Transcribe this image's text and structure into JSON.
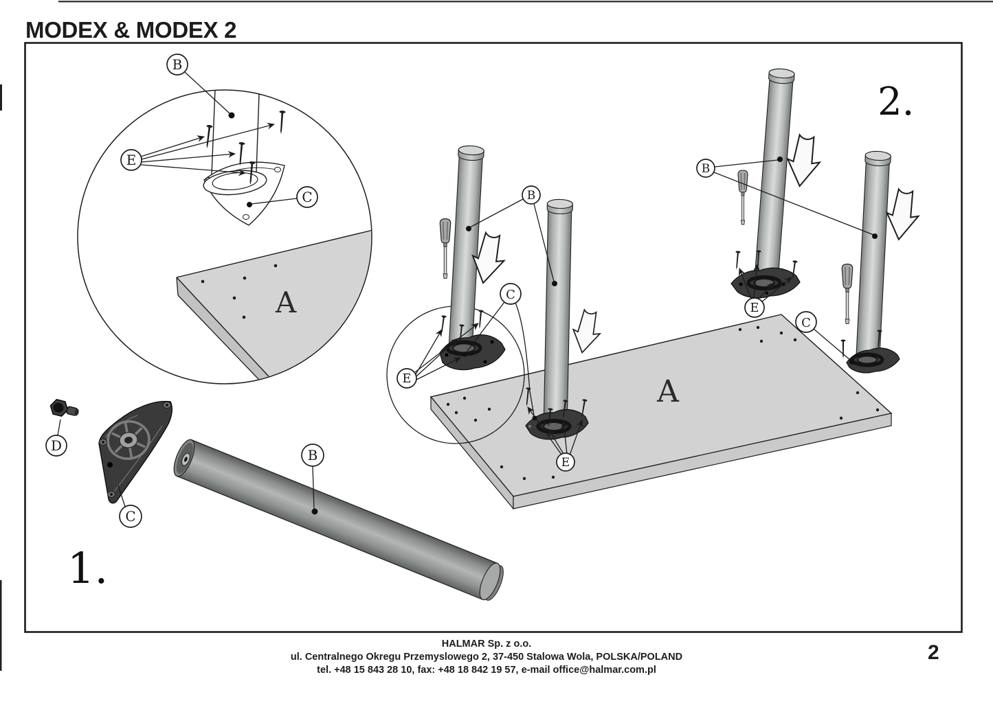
{
  "document": {
    "title": "MODEX & MODEX 2",
    "page_number": "2",
    "footer_lines": [
      "HALMAR Sp. z o.o.",
      "ul. Centralnego Okregu Przemyslowego 2, 37-450 Stalowa Wola, POLSKA/POLAND",
      "tel. +48 15 843 28 10, fax: +48 18 842 19 57, e-mail office@halmar.com.pl"
    ]
  },
  "steps": [
    {
      "label": "1."
    },
    {
      "label": "2."
    }
  ],
  "part_labels": {
    "tabletop": "A",
    "leg": "B",
    "plate": "C",
    "bolt": "D",
    "screw": "E"
  },
  "colors": {
    "paper": "#ffffff",
    "ink": "#1c1c1c",
    "metal_light": "#d8dbda",
    "metal_dark": "#5f6261",
    "tabletop_gray": "#d2d2d2",
    "plate_dark": "#3a3a3a"
  }
}
